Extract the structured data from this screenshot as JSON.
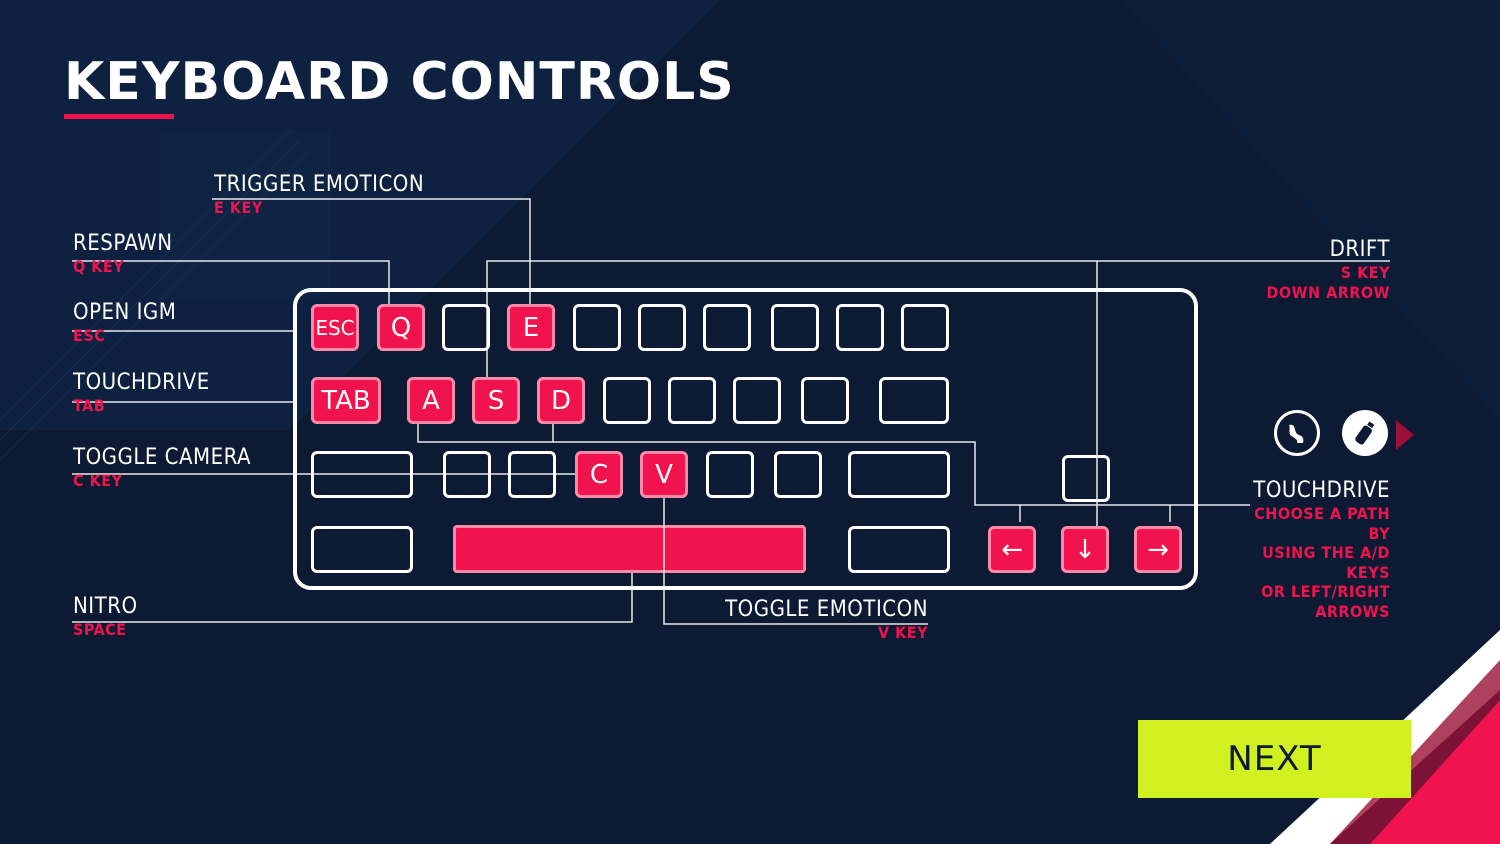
{
  "title": "KEYBOARD CONTROLS",
  "colors": {
    "accent": "#f0134d",
    "background": "#0c1a33",
    "next_button": "#d0f020"
  },
  "controls": {
    "trigger_emoticon": {
      "action": "TRIGGER EMOTICON",
      "key": "E KEY"
    },
    "respawn": {
      "action": "RESPAWN",
      "key": "Q KEY"
    },
    "open_igm": {
      "action": "OPEN IGM",
      "key": "ESC"
    },
    "touchdrive_left": {
      "action": "TOUCHDRIVE",
      "key": "TAB"
    },
    "toggle_camera": {
      "action": "TOGGLE CAMERA",
      "key": "C KEY"
    },
    "nitro": {
      "action": "NITRO",
      "key": "SPACE"
    },
    "toggle_emoticon": {
      "action": "TOGGLE EMOTICON",
      "key": "V KEY"
    },
    "drift": {
      "action": "DRIFT",
      "key_lines": [
        "S KEY",
        "DOWN ARROW"
      ]
    },
    "touchdrive_right": {
      "action": "TOUCHDRIVE",
      "key_lines": [
        "CHOOSE A PATH",
        "BY",
        "USING THE A/D",
        "KEYS",
        "OR LEFT/RIGHT",
        "ARROWS"
      ]
    }
  },
  "keys": {
    "esc": "ESC",
    "q": "Q",
    "e": "E",
    "tab": "TAB",
    "a": "A",
    "s": "S",
    "d": "D",
    "c": "C",
    "v": "V",
    "left": "←",
    "down": "↓",
    "right": "→"
  },
  "mode_icons": [
    "road-path-icon",
    "bottle-nitro-icon",
    "arrow-right-icon"
  ],
  "next_label": "NEXT"
}
